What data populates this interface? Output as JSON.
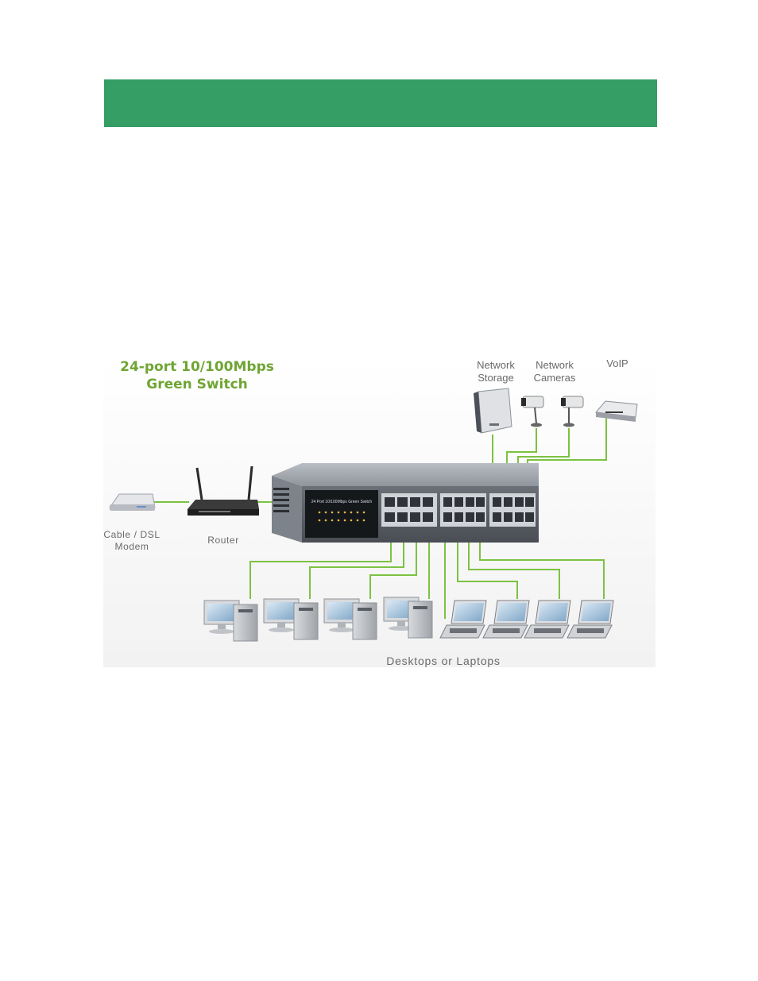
{
  "diagram": {
    "title_line1": "24-port 10/100Mbps",
    "title_line2": "Green Switch",
    "labels": {
      "network_storage_1": "Network",
      "network_storage_2": "Storage",
      "network_cameras_1": "Network",
      "network_cameras_2": "Cameras",
      "voip": "VoIP",
      "modem_1": "Cable / DSL",
      "modem_2": "Modem",
      "router": "Router",
      "clients": "Desktops or Laptops"
    },
    "switch_label": "24 Port 10/100Mbps Green Switch",
    "colors": {
      "header": "#349e64",
      "wire": "#7cc242",
      "title": "#6fa534"
    }
  }
}
